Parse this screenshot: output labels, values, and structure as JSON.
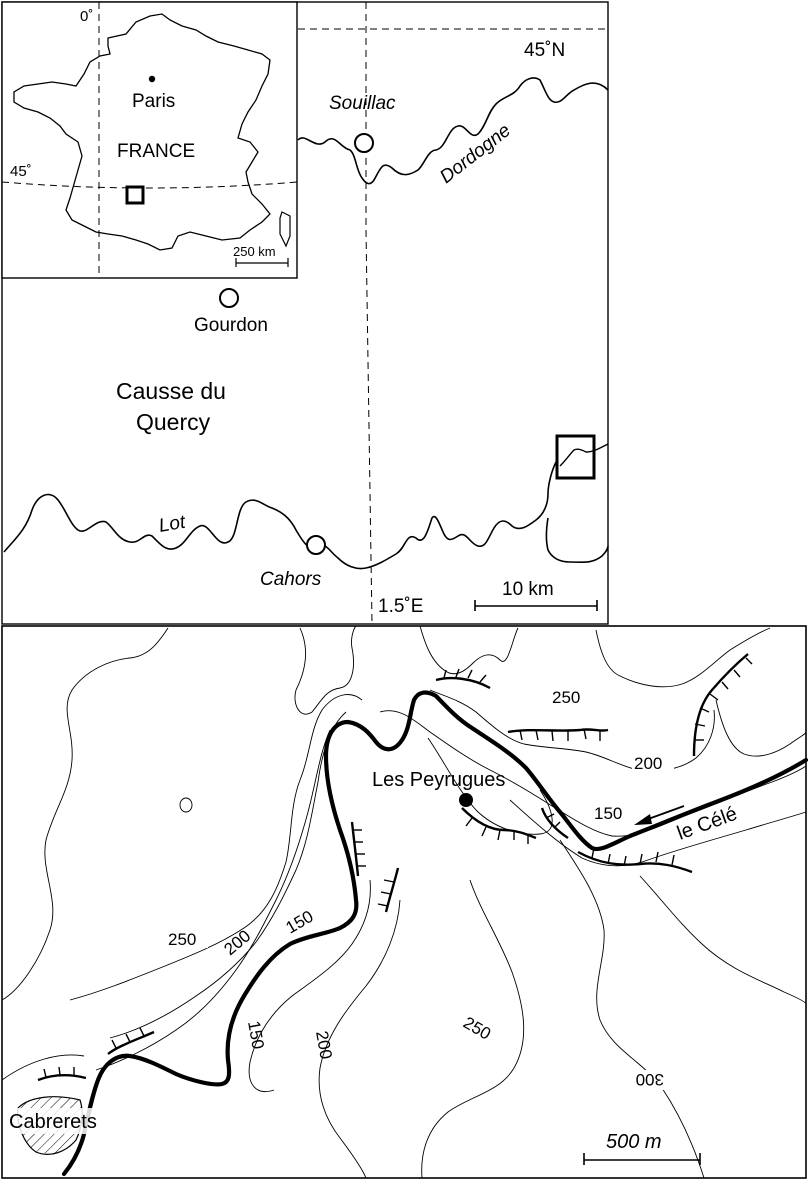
{
  "region_map": {
    "meridian_label": "0˚",
    "parallel_label_left": "45˚",
    "parallel_label_right": "45˚N",
    "longitude_label": "1.5˚E",
    "inset": {
      "city": "Paris",
      "country": "FRANCE",
      "scale_label": "250 km"
    },
    "towns": {
      "souillac": "Souillac",
      "gourdon": "Gourdon",
      "cahors": "Cahors"
    },
    "rivers": {
      "dordogne": "Dordogne",
      "lot": "Lot"
    },
    "plateau_line1": "Causse du",
    "plateau_line2": "Quercy",
    "scale_label": "10 km"
  },
  "detail_map": {
    "site": "Les Peyrugues",
    "river": "le Célé",
    "village": "Cabrerets",
    "contours": {
      "c250_top": "250",
      "c200_right": "200",
      "c150_right": "150",
      "c250_left": "250",
      "c200_left": "200",
      "c150_left": "150",
      "c150_lower": "150",
      "c200_lower": "200",
      "c250_lower": "250",
      "c300": "300"
    },
    "scale_label": "500 m"
  }
}
